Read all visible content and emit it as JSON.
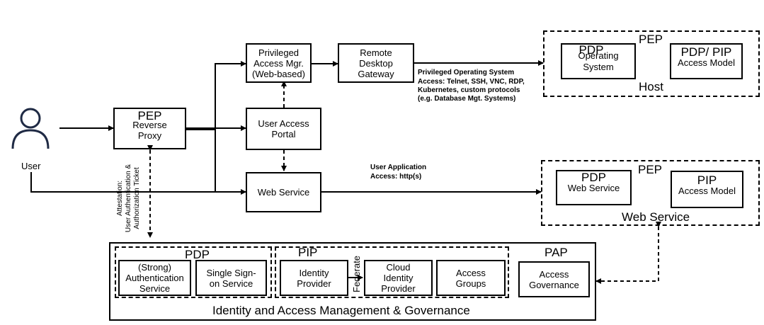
{
  "user": {
    "label": "User"
  },
  "reverse_proxy": {
    "tag": "PEP",
    "label": "Reverse\nProxy"
  },
  "pam": {
    "label": "Privileged\nAccess Mgr.\n(Web-based)"
  },
  "rdg": {
    "label": "Remote\nDesktop\nGateway"
  },
  "portal": {
    "label": "User Access\nPortal"
  },
  "webservice_mid": {
    "label": "Web Service"
  },
  "host": {
    "pep": "PEP",
    "os_pdp": "PDP",
    "os_label": "Operating\nSystem",
    "model_tag": "PDP/ PIP",
    "model_label": "Access Model",
    "title": "Host"
  },
  "web": {
    "pep": "PEP",
    "pdp": "PDP",
    "ws_label": "Web Service",
    "pip": "PIP",
    "model_label": "Access Model",
    "title": "Web Service"
  },
  "notes": {
    "privileged_title": "Privileged  Operating System",
    "privileged_body": "Access: Telnet, SSH, VNC, RDP,\nKubernetes, custom protocols\n(e.g. Database Mgt. Systems)",
    "app_title": "User Application",
    "app_body": "Access: http(s)",
    "attestation": "Attestation:\nUser Authentication &\nAuthorization Ticket"
  },
  "iam": {
    "title": "Identity and Access Management & Governance",
    "pdp": "PDP",
    "auth": "(Strong)\nAuthentication\nService",
    "sso": "Single Sign-\non Service",
    "pip": "PIP",
    "idp": "Identity\nProvider",
    "federate": "Federate",
    "cloud": "Cloud\nIdentity\nProvider",
    "groups": "Access\nGroups",
    "pap": "PAP",
    "gov": "Access\nGovernance"
  }
}
